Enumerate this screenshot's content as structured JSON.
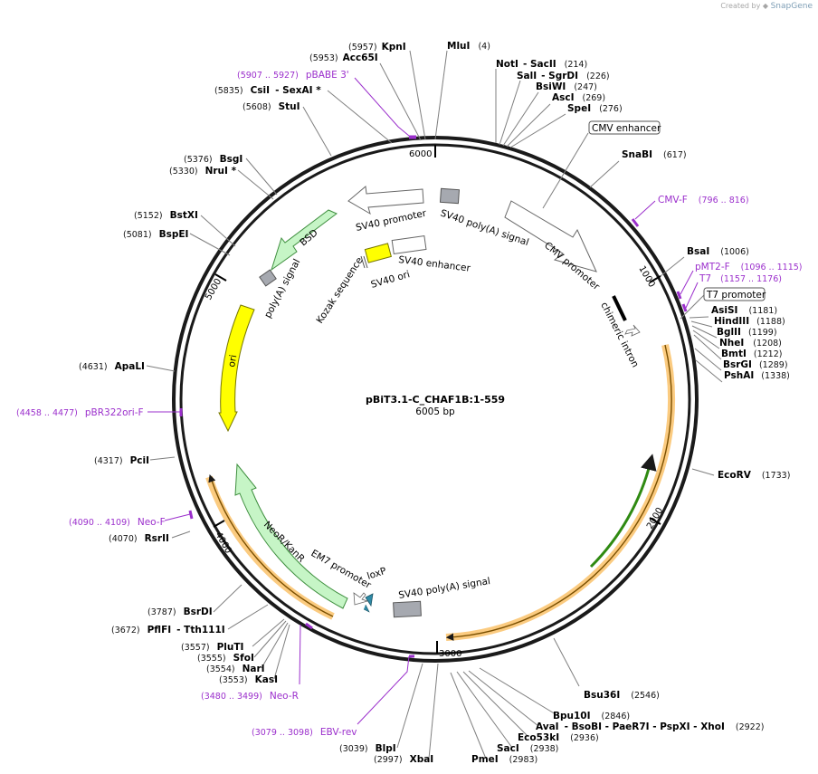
{
  "branding": {
    "created_by": "Created by",
    "app": "SnapGene"
  },
  "plasmid": {
    "name": "pBiT3.1-C_CHAF1B:1-559",
    "length_label": "6005 bp"
  },
  "ticks": [
    "1000",
    "2000",
    "3000",
    "4000",
    "5000",
    "6000"
  ],
  "sites": [
    {
      "name": "KpnI",
      "pos": "(5957)"
    },
    {
      "name": "Acc65I",
      "pos": "(5953)"
    },
    {
      "name": "MluI",
      "pos": "(4)"
    },
    {
      "name": "NotI",
      "extra": "- SacII",
      "pos": "(214)"
    },
    {
      "name": "SalI",
      "extra": "- SgrDI",
      "pos": "(226)"
    },
    {
      "name": "BsiWI",
      "pos": "(247)"
    },
    {
      "name": "AscI",
      "pos": "(269)"
    },
    {
      "name": "SpeI",
      "pos": "(276)"
    },
    {
      "name": "SnaBI",
      "pos": "(617)"
    },
    {
      "name": "BsaI",
      "pos": "(1006)"
    },
    {
      "name": "AsiSI",
      "pos": "(1181)"
    },
    {
      "name": "HindIII",
      "pos": "(1188)"
    },
    {
      "name": "BglII",
      "pos": "(1199)"
    },
    {
      "name": "NheI",
      "pos": "(1208)"
    },
    {
      "name": "BmtI",
      "pos": "(1212)"
    },
    {
      "name": "BsrGI",
      "pos": "(1289)"
    },
    {
      "name": "PshAI",
      "pos": "(1338)"
    },
    {
      "name": "EcoRV",
      "pos": "(1733)"
    },
    {
      "name": "Bsu36I",
      "pos": "(2546)"
    },
    {
      "name": "Bpu10I",
      "pos": "(2846)"
    },
    {
      "name": "AvaI",
      "extra": "- BsoBI - PaeR7I - PspXI - XhoI",
      "pos": "(2922)"
    },
    {
      "name": "Eco53kI",
      "pos": "(2936)"
    },
    {
      "name": "SacI",
      "pos": "(2938)"
    },
    {
      "name": "PmeI",
      "pos": "(2983)"
    },
    {
      "name": "XbaI",
      "pos": "(2997)"
    },
    {
      "name": "BlpI",
      "pos": "(3039)"
    },
    {
      "name": "KasI",
      "pos": "(3553)"
    },
    {
      "name": "NarI",
      "pos": "(3554)"
    },
    {
      "name": "SfoI",
      "pos": "(3555)"
    },
    {
      "name": "PluTI",
      "pos": "(3557)"
    },
    {
      "name": "PflFI",
      "extra": "- Tth111I",
      "pos": "(3672)"
    },
    {
      "name": "BsrDI",
      "pos": "(3787)"
    },
    {
      "name": "RsrII",
      "pos": "(4070)"
    },
    {
      "name": "PciI",
      "pos": "(4317)"
    },
    {
      "name": "ApaLI",
      "pos": "(4631)"
    },
    {
      "name": "BspEI",
      "pos": "(5081)"
    },
    {
      "name": "BstXI",
      "pos": "(5152)"
    },
    {
      "name": "NruI *",
      "pos": "(5330)"
    },
    {
      "name": "BsgI",
      "pos": "(5376)"
    },
    {
      "name": "StuI",
      "pos": "(5608)"
    },
    {
      "name": "CsiI",
      "extra": "- SexAI *",
      "pos": "(5835)"
    }
  ],
  "primers": [
    {
      "name": "pBABE 3'",
      "range": "(5907 .. 5927)"
    },
    {
      "name": "CMV-F",
      "range": "(796 .. 816)"
    },
    {
      "name": "pMT2-F",
      "range": "(1096 .. 1115)"
    },
    {
      "name": "T7",
      "range": "(1157 .. 1176)"
    },
    {
      "name": "pBR322ori-F",
      "range": "(4458 .. 4477)"
    },
    {
      "name": "Neo-F",
      "range": "(4090 .. 4109)"
    },
    {
      "name": "Neo-R",
      "range": "(3480 .. 3499)"
    },
    {
      "name": "EBV-rev",
      "range": "(3079 .. 3098)"
    }
  ],
  "features": {
    "cmv_enhancer": "CMV enhancer",
    "t7_promoter": "T7 promoter",
    "cmv_promoter": "CMV promoter",
    "chimeric_intron": "chimeric intron",
    "sv40_polya_top": "SV40 poly(A) signal",
    "sv40_promoter": "SV40 promoter",
    "bsd": "BSD",
    "polya_signal": "poly(A) signal",
    "ori": "ori",
    "sv40_enhancer": "SV40 enhancer",
    "sv40_ori": "SV40 ori",
    "kozak": "Kozak sequence",
    "neor": "NeoR/KanR",
    "em7": "EM7 promoter",
    "loxp": "loxP",
    "sv40_polya_bottom": "SV40 poly(A) signal"
  },
  "colors": {
    "backbone": "#1a1a1a",
    "primer": "#9b2fcc",
    "orf_fill": "#f9b955",
    "orf_line": "#7a4f00",
    "ori_fill": "#ffff00",
    "marker_fill": "#c6f5c6",
    "marker_line": "#3f8f3f",
    "polya_fill": "#a6a9b0",
    "green_arrow": "#2f8a12"
  }
}
